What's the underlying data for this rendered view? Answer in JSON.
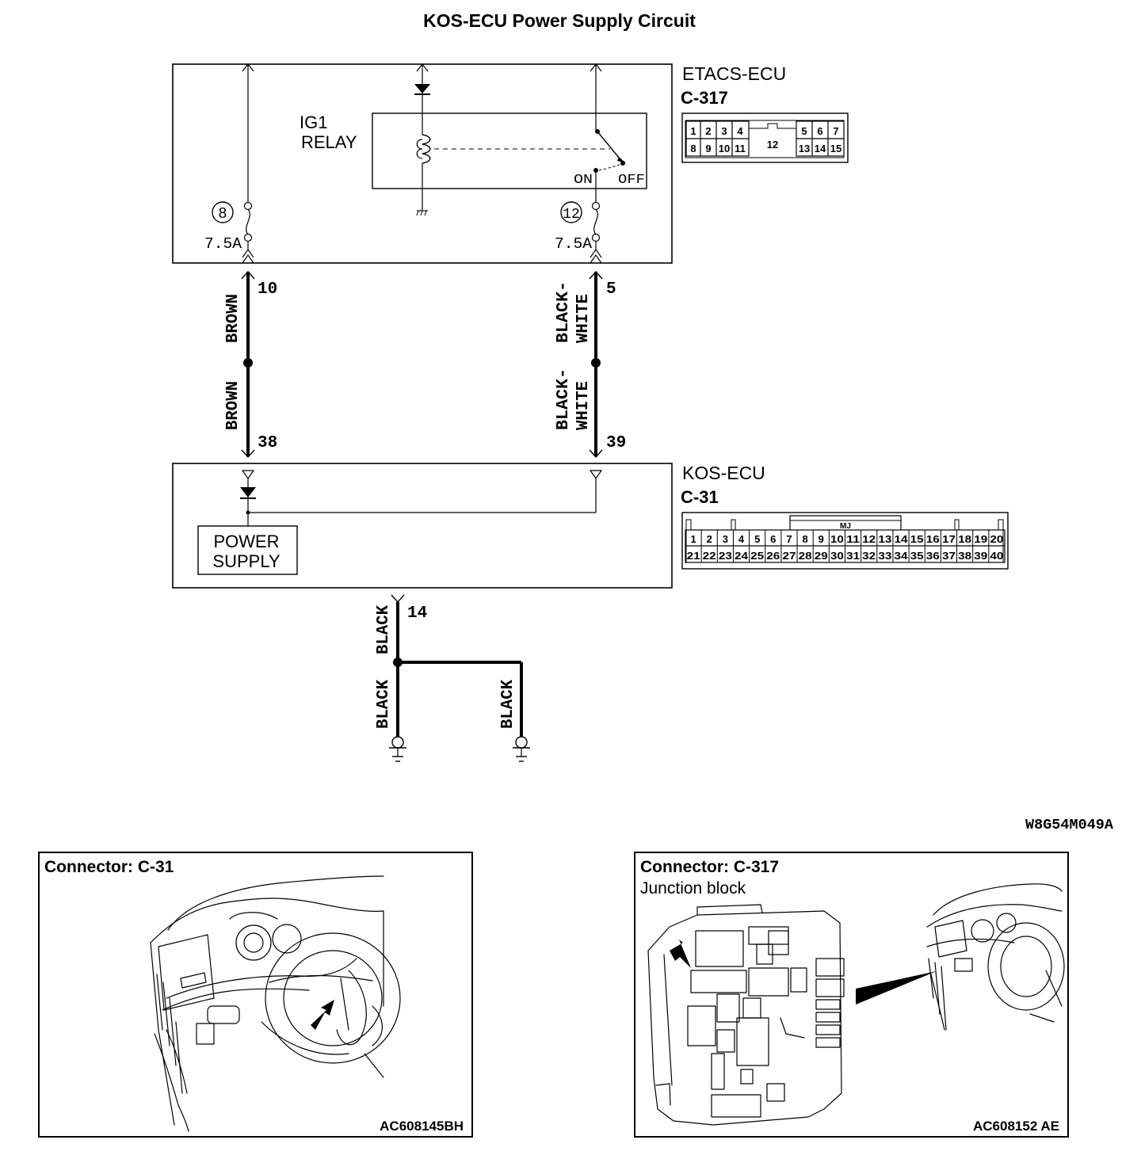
{
  "title": "KOS-ECU  Power Supply Circuit",
  "etacs": {
    "name": "ETACS-ECU",
    "connector": "C-317",
    "relay_label_1": "IG1",
    "relay_label_2": "RELAY",
    "switch_on": "ON",
    "switch_off": "OFF",
    "fuse_left_num": "8",
    "fuse_left_rating": "7.5A",
    "fuse_right_num": "12",
    "fuse_right_rating": "7.5A",
    "pins_top_left": [
      "1",
      "2",
      "3",
      "4"
    ],
    "pins_top_right": [
      "5",
      "6",
      "7"
    ],
    "pins_bottom_left": [
      "8",
      "9",
      "10",
      "11"
    ],
    "pin_center": "12",
    "pins_bottom_right": [
      "13",
      "14",
      "15"
    ]
  },
  "kos": {
    "name": "KOS-ECU",
    "connector": "C-31",
    "power_supply_1": "POWER",
    "power_supply_2": "SUPPLY",
    "connector_tag": "MJ",
    "pins_row1": [
      "1",
      "2",
      "3",
      "4",
      "5",
      "6",
      "7",
      "8",
      "9",
      "10",
      "11",
      "12",
      "13",
      "14",
      "15",
      "16",
      "17",
      "18",
      "19",
      "20"
    ],
    "pins_row2": [
      "21",
      "22",
      "23",
      "24",
      "25",
      "26",
      "27",
      "28",
      "29",
      "30",
      "31",
      "32",
      "33",
      "34",
      "35",
      "36",
      "37",
      "38",
      "39",
      "40"
    ]
  },
  "wires": {
    "brown_upper": "BROWN",
    "brown_lower": "BROWN",
    "bw_upper_1": "BLACK-",
    "bw_upper_2": "WHITE",
    "bw_lower_1": "BLACK-",
    "bw_lower_2": "WHITE",
    "black_top": "BLACK",
    "black_left": "BLACK",
    "black_right": "BLACK",
    "pin_10": "10",
    "pin_38": "38",
    "pin_5": "5",
    "pin_39": "39",
    "pin_14": "14"
  },
  "diagram_code": "W8G54M049A",
  "panel_left": {
    "title": "Connector: C-31",
    "code": "AC608145BH"
  },
  "panel_right": {
    "title": "Connector: C-317",
    "subtitle": "Junction block",
    "code": "AC608152 AE"
  }
}
